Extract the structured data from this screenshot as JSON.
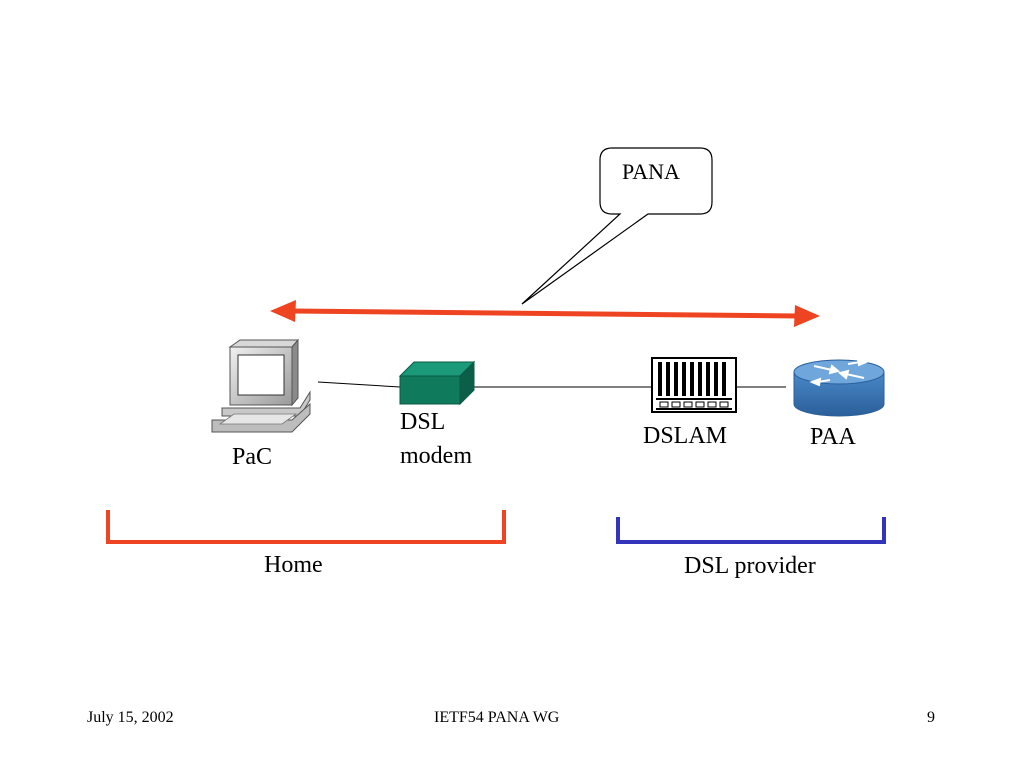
{
  "callout": {
    "text": "PANA"
  },
  "devices": {
    "pac": {
      "label": "PaC"
    },
    "dsl_modem": {
      "label_line1": "DSL",
      "label_line2": "modem"
    },
    "dslam": {
      "label": "DSLAM"
    },
    "paa": {
      "label": "PAA"
    }
  },
  "zones": {
    "home": {
      "label": "Home",
      "color": "#ee4422"
    },
    "provider": {
      "label": "DSL provider",
      "color": "#3333bb"
    }
  },
  "arrow": {
    "color": "#ee4422"
  },
  "footer": {
    "date": "July 15, 2002",
    "title": "IETF54 PANA WG",
    "page": "9"
  }
}
